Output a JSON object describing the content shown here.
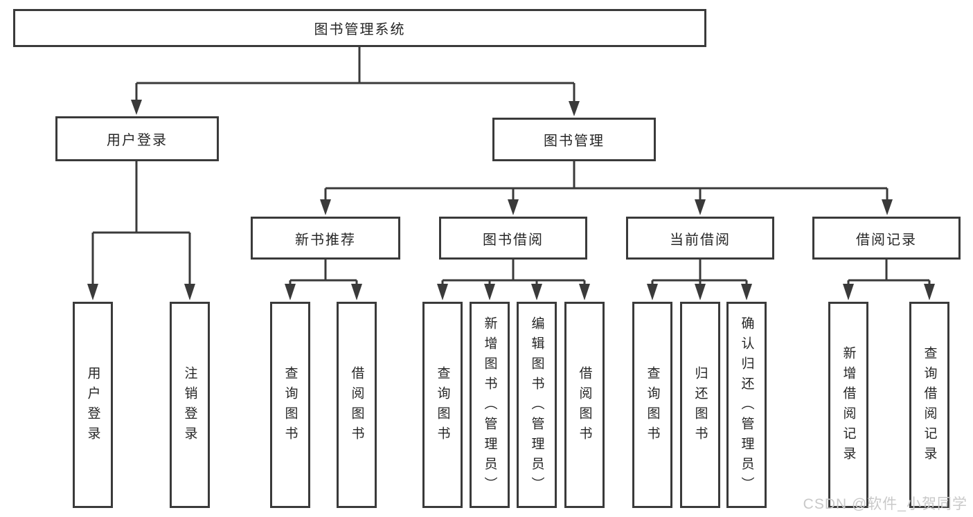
{
  "nodes": {
    "root": "图书管理系统",
    "user_login": "用户登录",
    "book_mgmt": "图书管理",
    "new_book_rec": "新书推荐",
    "book_borrow": "图书借阅",
    "current_borrow": "当前借阅",
    "borrow_records": "借阅记录",
    "leaf_user_login": "用户登录",
    "leaf_logout": "注销登录",
    "leaf_nb_query": "查询图书",
    "leaf_nb_borrow": "借阅图书",
    "leaf_bb_query": "查询图书",
    "leaf_bb_add": "新增图书（管理员）",
    "leaf_bb_edit": "编辑图书（管理员）",
    "leaf_bb_borrow": "借阅图书",
    "leaf_cb_query": "查询图书",
    "leaf_cb_return": "归还图书",
    "leaf_cb_confirm": "确认归还（管理员）",
    "leaf_br_add": "新增借阅记录",
    "leaf_br_query": "查询借阅记录"
  },
  "watermark": "CSDN @软件_小贺同学",
  "colors": {
    "line": "#3a3a3a",
    "text": "#262626",
    "box_bg": "#ffffff",
    "watermark": "#c9c9c9"
  }
}
